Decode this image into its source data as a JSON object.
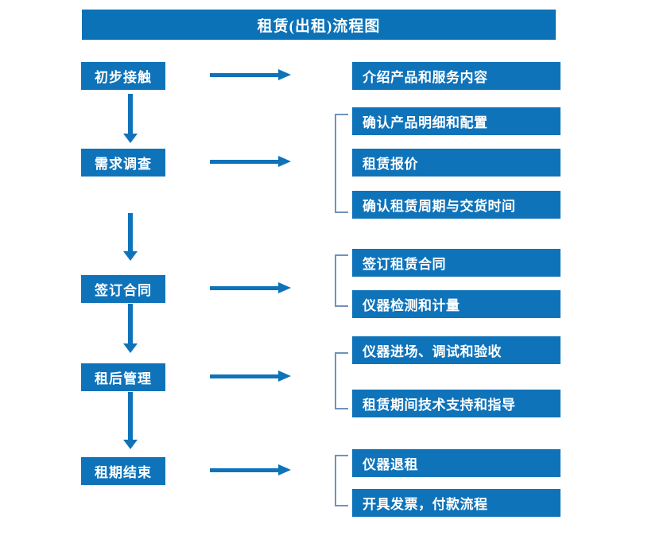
{
  "diagram": {
    "title": "租赁(出租)流程图",
    "colors": {
      "title_bar": "#0c72b8",
      "box_fill": "#0f73ba",
      "box_text": "#ffffff",
      "arrow": "#0f73ba",
      "bracket": "#6f93bc",
      "background": "#ffffff"
    },
    "stages": [
      {
        "label": "初步接触",
        "details": [
          "介绍产品和服务内容"
        ]
      },
      {
        "label": "需求调查",
        "details": [
          "确认产品明细和配置",
          "租赁报价",
          "确认租赁周期与交货时间"
        ]
      },
      {
        "label": "签订合同",
        "details": [
          "签订租赁合同",
          "仪器检测和计量"
        ]
      },
      {
        "label": "租后管理",
        "details": [
          "仪器进场、调试和验收",
          "租赁期间技术支持和指导"
        ]
      },
      {
        "label": "租期结束",
        "details": [
          "仪器退租",
          "开具发票，付款流程"
        ]
      }
    ]
  }
}
